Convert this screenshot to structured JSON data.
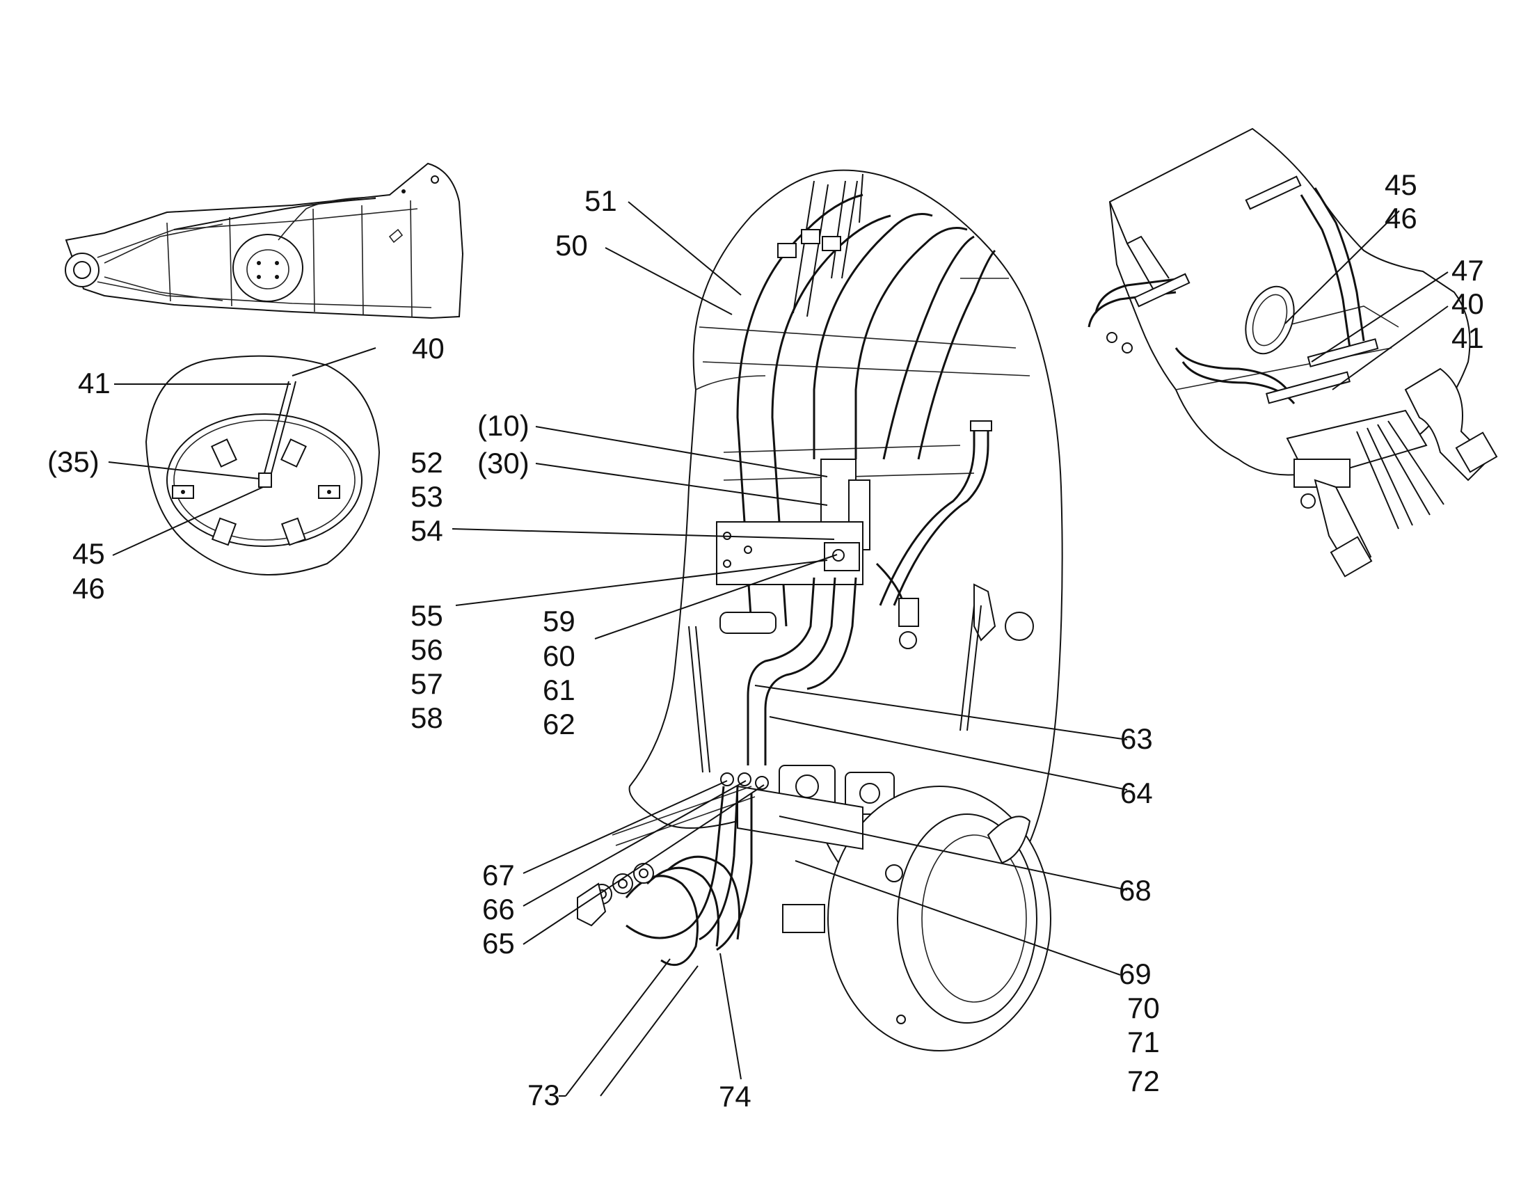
{
  "callouts": {
    "c40a": "40",
    "c41a": "41",
    "c35": "(35)",
    "c45a": "45",
    "c46a": "46",
    "c52": "52",
    "c53": "53",
    "c54": "54",
    "c55": "55",
    "c56": "56",
    "c57": "57",
    "c58": "58",
    "c51": "51",
    "c50": "50",
    "c10": "(10)",
    "c30": "(30)",
    "c59": "59",
    "c60": "60",
    "c61": "61",
    "c62": "62",
    "c63": "63",
    "c64": "64",
    "c67": "67",
    "c66": "66",
    "c65": "65",
    "c68": "68",
    "c69": "69",
    "c70": "70",
    "c71": "71",
    "c72": "72",
    "c73": "73",
    "c74": "74",
    "c45b": "45",
    "c46b": "46",
    "c47": "47",
    "c40b": "40",
    "c41b": "41"
  }
}
